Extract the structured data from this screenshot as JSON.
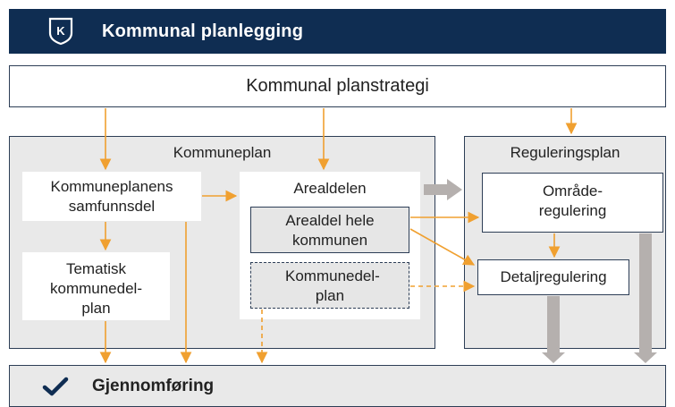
{
  "header": {
    "title": "Kommunal planlegging",
    "badge_letter": "K"
  },
  "strategy": {
    "label": "Kommunal planstrategi"
  },
  "kommuneplan": {
    "title": "Kommuneplan",
    "samfunnsdel": "Kommuneplanens samfunnsdel",
    "tematisk": "Tematisk kommunedel-plan",
    "arealdelen": "Arealdelen",
    "arealdel_hele": "Arealdel hele kommunen",
    "kommunedelplan": "Kommunedel-plan"
  },
  "reguleringsplan": {
    "title": "Reguleringsplan",
    "omrade": "Område-regulering",
    "detalj": "Detaljregulering"
  },
  "footer": {
    "label": "Gjennomføring"
  },
  "colors": {
    "navy": "#0f2d52",
    "border": "#2d3e56",
    "arrow_orange": "#f0a030",
    "arrow_grey": "#b5b0ae",
    "panel_bg": "#e9e9e9"
  }
}
